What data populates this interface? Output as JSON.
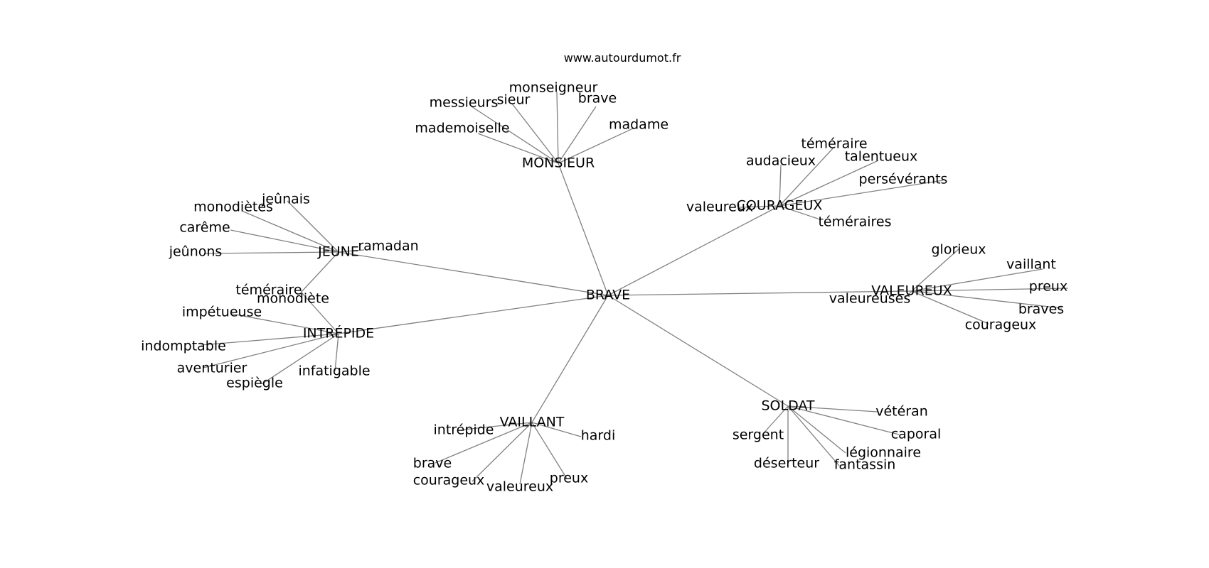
{
  "source": "www.autourdumot.fr",
  "colors": {
    "edge": "#808080",
    "text": "#000000",
    "background": "#ffffff"
  },
  "graph": {
    "center": "BRAVE",
    "clusters": [
      {
        "hub": "MONSIEUR",
        "words": [
          "mademoiselle",
          "messieurs",
          "sieur",
          "monseigneur",
          "brave",
          "madame"
        ]
      },
      {
        "hub": "COURAGEUX",
        "words": [
          "audacieux",
          "téméraire",
          "talentueux",
          "persévérants",
          "valeureux",
          "téméraires"
        ]
      },
      {
        "hub": "JEUNE",
        "words": [
          "jeûnais",
          "monodiètes",
          "carême",
          "jeûnons",
          "ramadan",
          "monodiète"
        ]
      },
      {
        "hub": "VALEUREUX",
        "words": [
          "glorieux",
          "vaillant",
          "preux",
          "braves",
          "courageux",
          "valeureuses"
        ]
      },
      {
        "hub": "INTRÉPIDE",
        "words": [
          "téméraire",
          "impétueuse",
          "indomptable",
          "aventurier",
          "espiègle",
          "infatigable"
        ]
      },
      {
        "hub": "SOLDAT",
        "words": [
          "vétéran",
          "caporal",
          "légionnaire",
          "fantassin",
          "déserteur",
          "sergent"
        ]
      },
      {
        "hub": "VAILLANT",
        "words": [
          "intrépide",
          "brave",
          "courageux",
          "valeureux",
          "preux",
          "hardi"
        ]
      }
    ]
  }
}
